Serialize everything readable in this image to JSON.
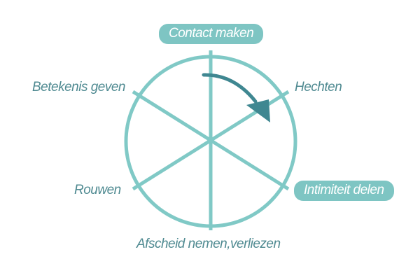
{
  "colors": {
    "wheel": "#80c9c6",
    "arrow": "#3f8791",
    "pill_bg": "#7ec5c3",
    "label_text": "#4f8a91",
    "pill_text": "#ffffff"
  },
  "stages": {
    "top": "Contact maken",
    "upper_right": "Hechten",
    "lower_right": "Intimiteit delen",
    "bottom": "Afscheid nemen,verliezen",
    "lower_left": "Rouwen",
    "upper_left": "Betekenis geven"
  },
  "highlighted": [
    "top",
    "lower_right"
  ],
  "direction_icon": "curved-arrow-clockwise-icon"
}
